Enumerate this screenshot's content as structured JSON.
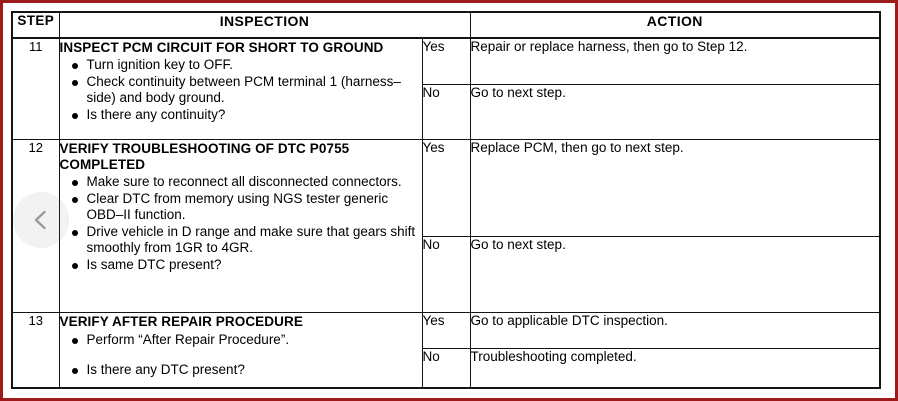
{
  "document": {
    "type": "troubleshooting-flow-table",
    "border_color": "#9e1b1b",
    "table_border_color": "#141414"
  },
  "table": {
    "headers": {
      "step": "STEP",
      "inspection": "INSPECTION",
      "action": "ACTION"
    },
    "answers": {
      "yes": "Yes",
      "no": "No"
    },
    "rows": [
      {
        "step": "11",
        "title": "INSPECT PCM CIRCUIT FOR SHORT TO GROUND",
        "bullets": [
          "Turn ignition key to OFF.",
          "Check continuity between PCM terminal 1 (harness–side) and body ground.",
          "Is there any continuity?"
        ],
        "yes_label": "Yes",
        "yes_action": "Repair or replace harness, then go to Step 12.",
        "no_label": "No",
        "no_action": "Go to next step."
      },
      {
        "step": "12",
        "title": "VERIFY TROUBLESHOOTING OF DTC P0755 COMPLETED",
        "bullets": [
          "Make sure to reconnect all disconnected connectors.",
          "Clear DTC from memory using NGS tester generic OBD–II function.",
          "Drive vehicle in D range and make sure that gears shift smoothly from 1GR to 4GR.",
          "Is same DTC present?"
        ],
        "yes_label": "Yes",
        "yes_action": "Replace PCM, then go to next step.",
        "no_label": "No",
        "no_action": "Go to next step."
      },
      {
        "step": "13",
        "title": "VERIFY AFTER REPAIR PROCEDURE",
        "bullets": [
          "Perform “After Repair Procedure”.",
          "Is there any DTC present?"
        ],
        "yes_label": "Yes",
        "yes_action": "Go to applicable DTC inspection.",
        "no_label": "No",
        "no_action": "Troubleshooting completed."
      }
    ]
  },
  "overlay": {
    "prev_button": {
      "icon": "chevron-left-icon",
      "label": "Previous page"
    }
  }
}
